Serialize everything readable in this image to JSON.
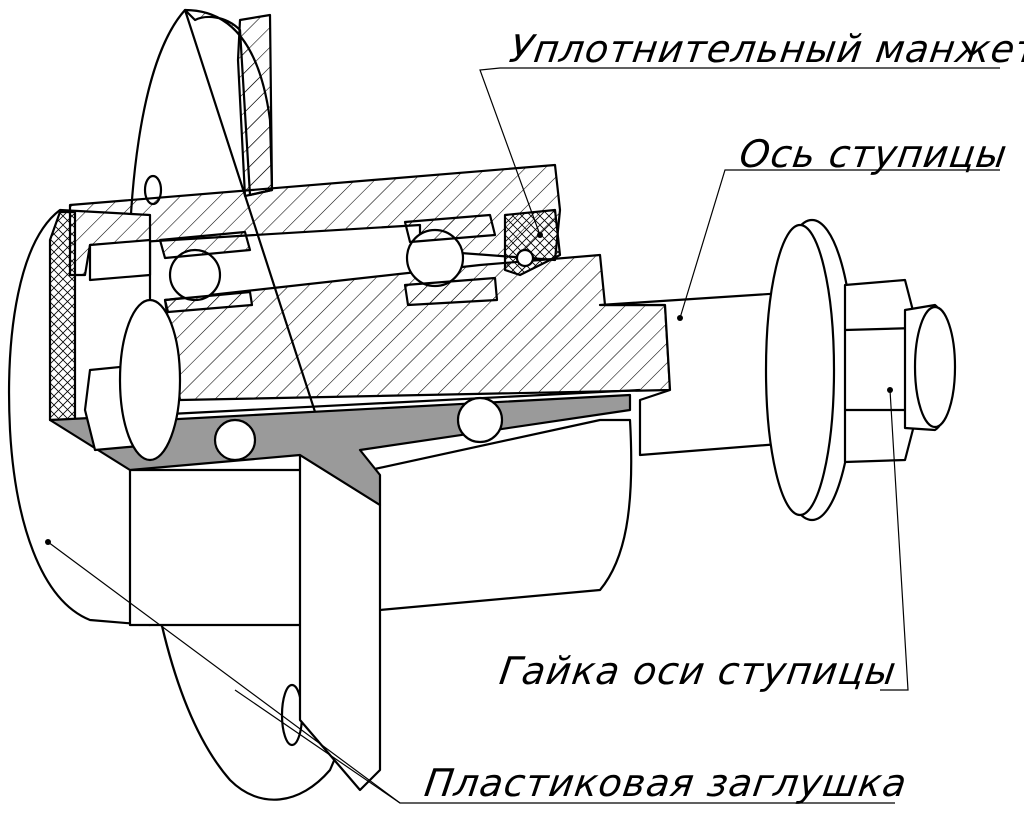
{
  "labels": {
    "seal": "Уплотнительный манжет",
    "axle": "Ось ступицы",
    "nut": "Гайка оси ступицы",
    "cap": "Пластиковая заглушка"
  },
  "colors": {
    "line": "#000000",
    "fill": "#ffffff",
    "section": "#9a9a9a"
  }
}
